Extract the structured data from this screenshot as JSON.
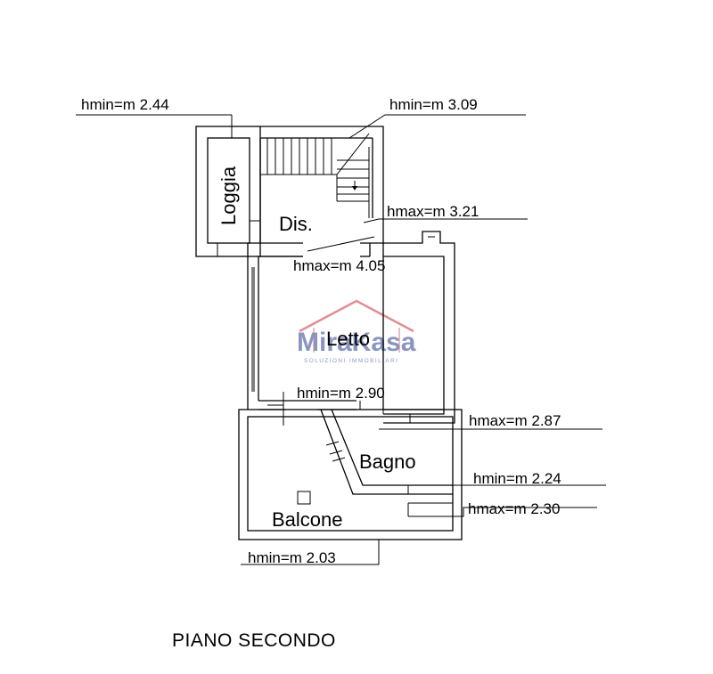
{
  "title": "PIANO SECONDO",
  "rooms": {
    "loggia": "Loggia",
    "dis": "Dis.",
    "letto": "Letto",
    "bagno": "Bagno",
    "balcone": "Balcone"
  },
  "heights": {
    "loggia_hmin": "hmin=m 2.44",
    "stairs_hmin": "hmin=m 3.09",
    "dis_hmax": "hmax=m 3.21",
    "letto_hmax": "hmax=m 4.05",
    "letto_hmin": "hmin=m 2.90",
    "bagno_hmax_top": "hmax=m 2.87",
    "bagno_hmin": "hmin=m 2.24",
    "bagno_hmax_bottom": "hmax=m 2.30",
    "balcone_hmin": "hmin=m 2.03"
  },
  "watermark": {
    "brand": "MiraKasa",
    "tagline": "SOLUZIONI IMMOBILIARI",
    "colors": {
      "brand": "#2b3f8c",
      "accent": "#c8323c"
    }
  }
}
